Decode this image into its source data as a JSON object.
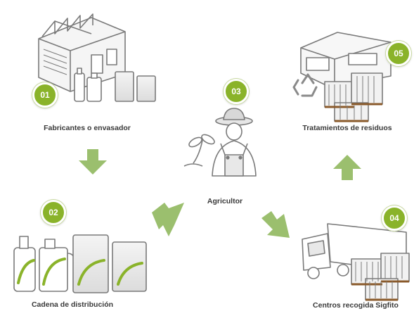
{
  "colors": {
    "accent_green": "#8ab32a",
    "arrow_green": "#9bbf6e",
    "outline_gray": "#7a7a7a",
    "text": "#3a3a3a"
  },
  "steps": [
    {
      "number": "01",
      "label": "Fabricantes o envasador",
      "icon": "factory-icon"
    },
    {
      "number": "02",
      "label": "Cadena de distribución",
      "icon": "containers-icon"
    },
    {
      "number": "03",
      "label": "Agricultor",
      "icon": "farmer-icon"
    },
    {
      "number": "04",
      "label": "Centros recogida Sigfito",
      "icon": "truck-icon"
    },
    {
      "number": "05",
      "label": "Tratamientos de residuos",
      "icon": "warehouse-recycling-icon"
    }
  ]
}
